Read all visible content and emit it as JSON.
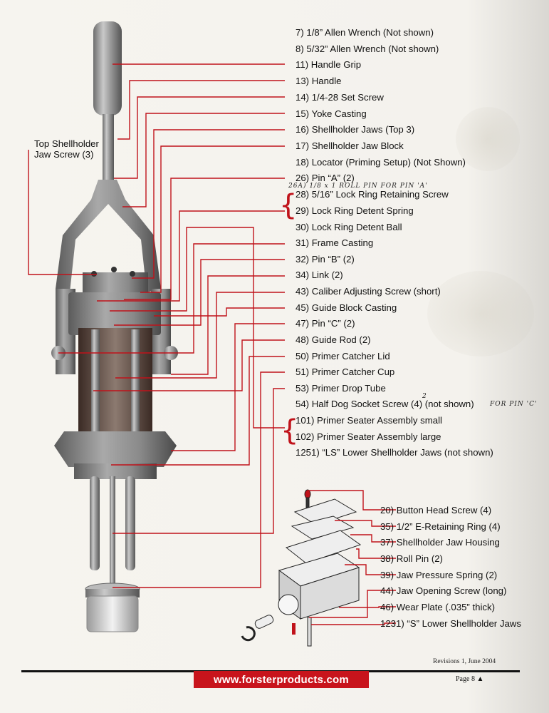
{
  "labels": {
    "p7": "7) 1/8” Allen Wrench (Not shown)",
    "p8": "8)  5/32” Allen Wrench (Not shown)",
    "p11": "11)  Handle Grip",
    "p13": "13)  Handle",
    "p14": "14)  1/4-28 Set Screw",
    "p15": "15)  Yoke Casting",
    "p16": "16)  Shellholder Jaws (Top 3)",
    "p17": "17)  Shellholder Jaw Block",
    "p18": "18)  Locator (Priming Setup) (Not Shown)",
    "p26": "26)  Pin “A” (2)",
    "p28": "28)  5/16” Lock Ring Retaining Screw",
    "p29": "29)  Lock Ring Detent Spring",
    "p30": "30)  Lock Ring Detent Ball",
    "p31": "31)  Frame Casting",
    "p32": "32)  Pin “B” (2)",
    "p34": "34)  Link (2)",
    "p43": "43)  Caliber Adjusting  Screw (short)",
    "p45": "45)  Guide Block Casting",
    "p47": "47)  Pin “C” (2)",
    "p48": "48)  Guide Rod (2)",
    "p50": "50)  Primer Catcher Lid",
    "p51": "51)  Primer Catcher Cup",
    "p53": "53)  Primer Drop Tube",
    "p54": "54)  Half Dog Socket Screw (4) (not shown)",
    "p101": "101)  Primer Seater Assembly small",
    "p102": "102)  Primer Seater Assembly large",
    "p1251": "1251)  “LS” Lower Shellholder Jaws (not shown)",
    "p20": "20)  Button Head Screw (4)",
    "p35": "35)  1/2” E-Retaining Ring (4)",
    "p37": "37)  Shellholder Jaw Housing",
    "p38": "38)  Roll Pin (2)",
    "p39": "39)  Jaw Pressure Spring (2)",
    "p44": "44)  Jaw Opening Screw (long)",
    "p46": "46)  Wear Plate (.035” thick)",
    "p1231": "1231)  “S” Lower Shellholder Jaws"
  },
  "top_label": "Top Shellholder Jaw Screw (3)",
  "handwritten": {
    "note_a": "26A) 1/8 x 1 ROLL PIN FOR PIN 'A'",
    "note_c": "FOR PIN 'C'",
    "note_2": "2"
  },
  "footer": {
    "revisions": "Revisions 1, June 2004",
    "url": "www.forsterproducts.com",
    "page": "Page 8 ▲"
  },
  "colors": {
    "leader": "#c0121a",
    "url_bar": "#c8141c"
  }
}
